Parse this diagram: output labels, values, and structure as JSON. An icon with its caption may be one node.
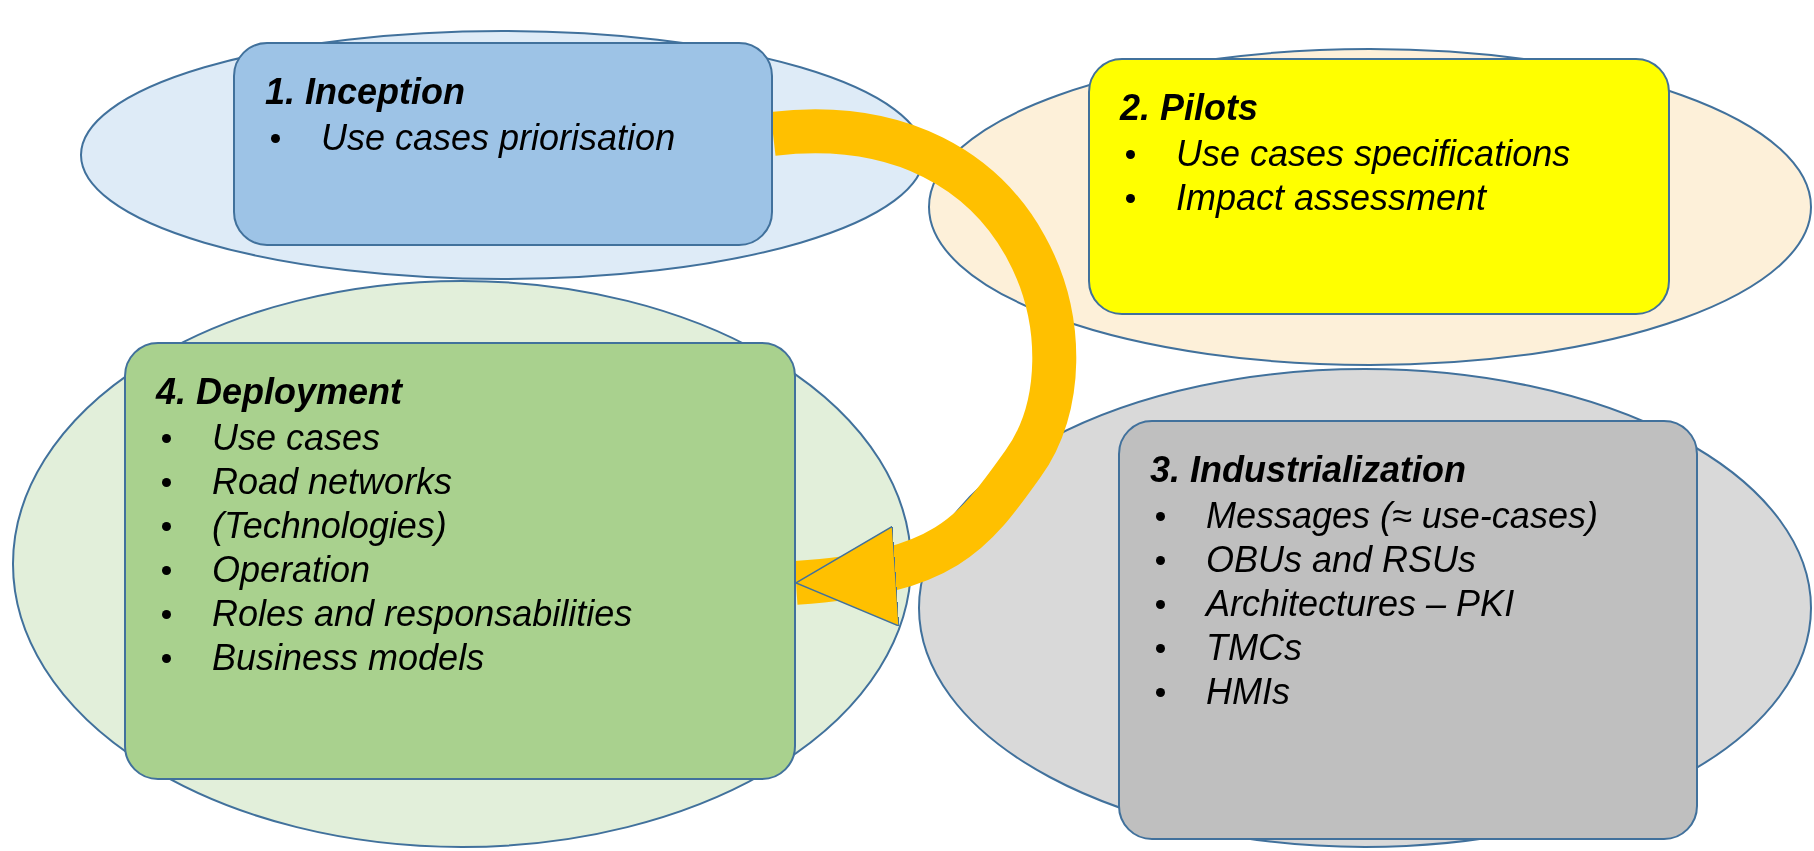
{
  "diagram": {
    "nodes": [
      {
        "text": [],
        "shape": "ellipse"
      },
      {
        "text": [
          "1. Inception",
          "Use cases priorisation"
        ],
        "in": 0
      },
      {
        "text": [],
        "shape": "ellipse"
      },
      {
        "text": [
          "2. Pilots",
          "Use cases specifications",
          "Impact assessment"
        ],
        "in": 2
      },
      {
        "text": [],
        "shape": "ellipse"
      },
      {
        "text": [
          "4. Deployment",
          "Use cases",
          "Road networks",
          "(Technologies)",
          "Operation",
          "Roles and responsabilities",
          "Business models"
        ],
        "in": 4
      },
      {
        "text": [],
        "shape": "ellipse"
      },
      {
        "text": [
          "3. Industrialization",
          "Messages (≈ use-cases)",
          "OBUs and RSUs",
          "Architectures – PKI",
          "TMCs",
          "HMIs"
        ],
        "in": 6
      }
    ],
    "edges": [
      {
        "from": 1,
        "to": 5,
        "arrow": "to",
        "color": "#ffc000"
      }
    ]
  }
}
